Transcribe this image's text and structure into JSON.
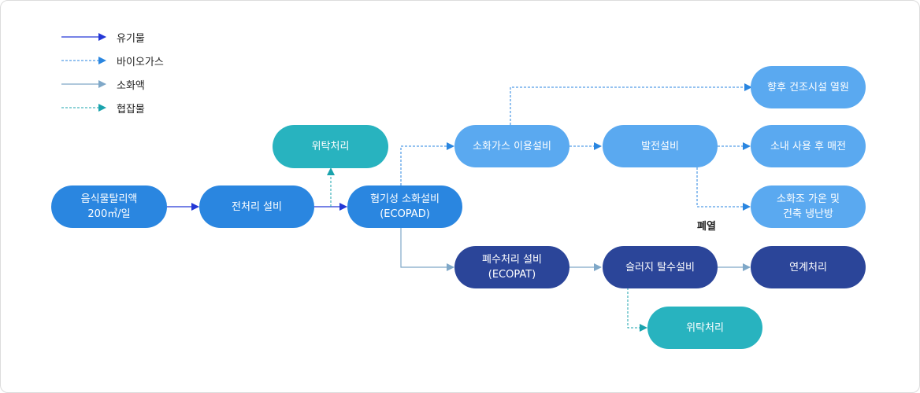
{
  "legend": {
    "organic": "유기물",
    "biogas": "바이오가스",
    "digestate": "소화액",
    "mixed": "협잡물"
  },
  "nodes": {
    "food_waste": "음식물탈리액\n200㎥/일",
    "pretreatment": "전처리 설비",
    "outsource_top": "위탁처리",
    "ecopad": "혐기성 소화설비\n(ECOPAD)",
    "biogas_use": "소화가스 이용설비",
    "power": "발전설비",
    "dryer_heat": "향후 건조시설 열원",
    "in_house": "소내 사용 후 매전",
    "digester_heat": "소화조 가온 및\n건축 냉난방",
    "ecopat": "폐수처리 설비\n(ECOPAT)",
    "sludge": "슬러지 탈수설비",
    "linked": "연계처리",
    "outsource_bottom": "위탁처리"
  },
  "labels": {
    "waste_heat": "폐열"
  },
  "colors": {
    "organic": "#2438d6",
    "biogas": "#2a86e0",
    "digestate": "#7fa8c8",
    "mixed": "#1aa3ad"
  }
}
